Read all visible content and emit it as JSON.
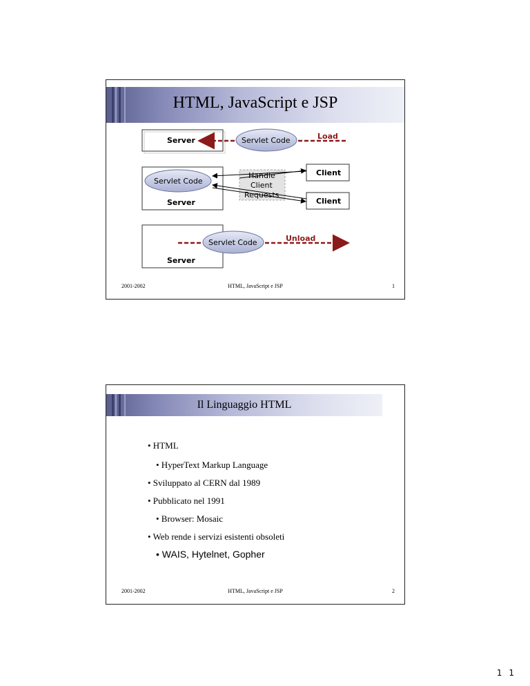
{
  "slides": [
    {
      "title": "HTML, JavaScript e JSP",
      "diagram": {
        "server_label": "Server",
        "client_label": "Client",
        "servlet_code": "Servlet Code",
        "load": "Load",
        "unload": "Unload",
        "handle_lines": [
          "Handle",
          "Client",
          "Requests"
        ]
      },
      "footer": {
        "date": "2001-2002",
        "center": "HTML, JavaScript e JSP",
        "number": "1"
      }
    },
    {
      "title": "Il Linguaggio HTML",
      "bullets": [
        "• HTML",
        "• HyperText Markup Language",
        "• Sviluppato al CERN dal 1989",
        "• Pubblicato nel 1991",
        "• Browser: Mosaic",
        "• Web rende i servizi esistenti obsoleti",
        "• WAIS, Hytelnet, Gopher"
      ],
      "footer": {
        "date": "2001-2002",
        "center": "HTML, JavaScript e JSP",
        "number": "2"
      }
    }
  ],
  "page_number": "1 1",
  "colors": {
    "arrow_red": "#8b1a1a",
    "band_dark": "#3b3f6c",
    "ellipse_fill": "#c7cde6"
  }
}
